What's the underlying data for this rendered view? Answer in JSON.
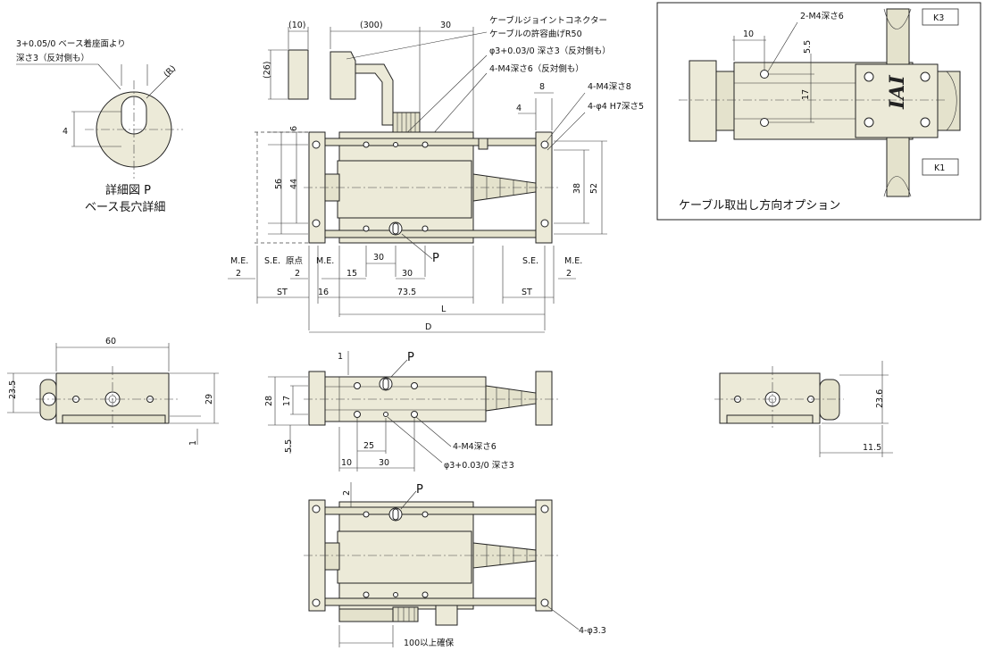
{
  "detail": {
    "base_note_tol": "3+0.05/0 ベース着座面より",
    "base_note_depth": "深さ3（反対側も）",
    "r_label": "(R)",
    "dim_4": "4",
    "title_line1": "詳細図 P",
    "title_line2": "ベース長穴詳細"
  },
  "top_view": {
    "dim_10p": "(10)",
    "dim_300p": "(300)",
    "dim_30": "30",
    "dim_26p": "(26)",
    "cable_note_1": "ケーブルジョイントコネクター",
    "cable_note_2": "ケーブルの許容曲げR50",
    "hole_note_1": "φ3+0.03/0 深さ3（反対側も）",
    "hole_note_2": "4-M4深さ6（反対側も）",
    "dim_8": "8",
    "note_m4_8": "4-M4深さ8",
    "dim_4r": "4",
    "note_phi4": "4-φ4 H7深さ5",
    "dim_6": "6",
    "dim_56": "56",
    "dim_44": "44",
    "dim_38": "38",
    "dim_52": "52",
    "p_label": "P",
    "me_l": "M.E.",
    "se_l": "S.E.",
    "origin": "原点",
    "me_c": "M.E.",
    "se_r": "S.E.",
    "me_r": "M.E.",
    "dim_2a": "2",
    "dim_2b": "2",
    "dim_2c": "2",
    "dim_30a": "30",
    "dim_15": "15",
    "dim_30b": "30",
    "dim_st_l": "ST",
    "dim_16": "16",
    "dim_73_5": "73.5",
    "dim_st_r": "ST",
    "dim_L": "L",
    "dim_D": "D"
  },
  "option_box": {
    "note": "2-M4深さ6",
    "dim_10": "10",
    "dim_5_5": "5.5",
    "dim_17": "17",
    "k3": "K3",
    "k1": "K1",
    "title": "ケーブル取出し方向オプション"
  },
  "front_view": {
    "dim_60": "60",
    "dim_23_5": "23.5",
    "dim_29": "29",
    "dim_1": "1"
  },
  "bottom_view": {
    "dim_1": "1",
    "p_label": "P",
    "dim_28": "28",
    "dim_17": "17",
    "dim_5_5": "5.5",
    "dim_25": "25",
    "dim_10": "10",
    "dim_30": "30",
    "note_m4": "4-M4深さ6",
    "note_phi3": "φ3+0.03/0 深さ3"
  },
  "side_view": {
    "dim_23_6": "23.6",
    "dim_11_5": "11.5"
  },
  "lower_view": {
    "dim_2": "2",
    "p_label": "P",
    "note_phi": "4-φ3.3",
    "note_100": "100以上確保"
  }
}
